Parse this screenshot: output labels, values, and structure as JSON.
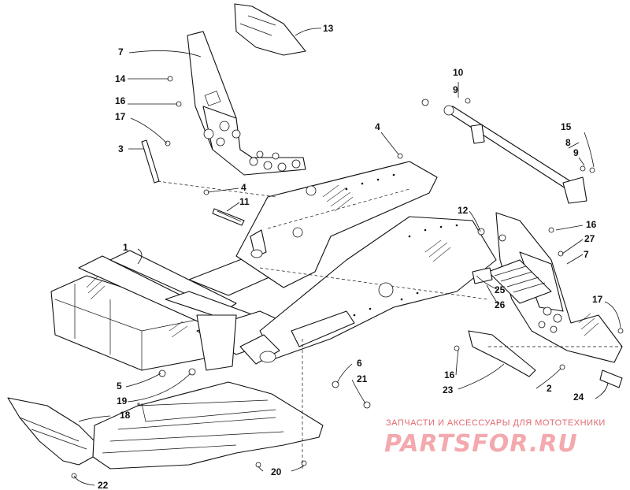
{
  "diagram": {
    "callouts": [
      "1",
      "2",
      "3",
      "4",
      "4",
      "5",
      "6",
      "7",
      "7",
      "8",
      "9",
      "9",
      "10",
      "11",
      "12",
      "13",
      "14",
      "15",
      "16",
      "16",
      "16",
      "17",
      "17",
      "18",
      "19",
      "20",
      "21",
      "22",
      "23",
      "24",
      "25",
      "26",
      "27"
    ]
  },
  "watermark": {
    "caption": "ЗАПЧАСТИ И АКСЕССУАРЫ ДЛЯ МОТОТЕХНИКИ",
    "brand": "PARTSFOR.RU"
  }
}
